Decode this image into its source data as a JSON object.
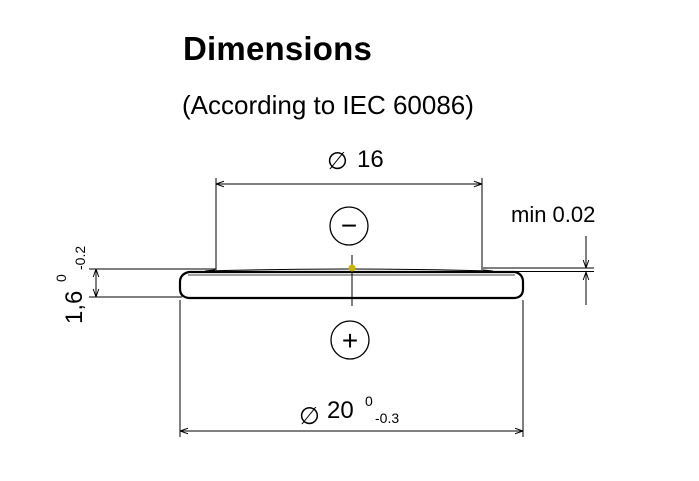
{
  "title": "Dimensions",
  "subtitle": "(According to IEC 60086)",
  "dimensions": {
    "top_diameter": {
      "symbol": "∅",
      "value": "16"
    },
    "min_gap": {
      "label": "min 0.02"
    },
    "height": {
      "value": "1,6",
      "upper_tol": "0",
      "lower_tol": "-0.2"
    },
    "bottom_diameter": {
      "symbol": "∅",
      "value": "20",
      "upper_tol": "0",
      "lower_tol": "-0.3"
    }
  },
  "terminals": {
    "negative": "−",
    "positive": "+"
  },
  "colors": {
    "line": "#000000",
    "background": "#ffffff",
    "marker": "#c8b400"
  }
}
